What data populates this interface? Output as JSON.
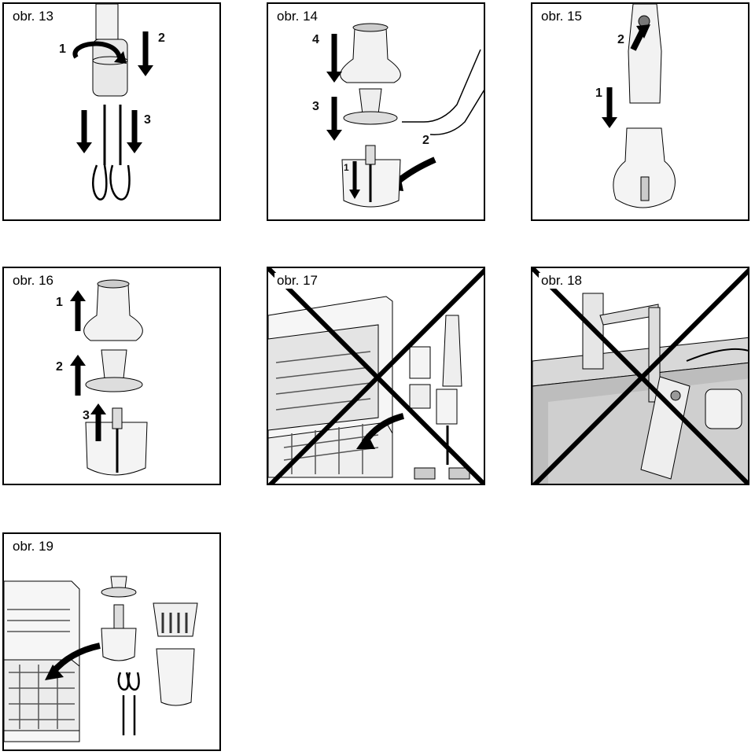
{
  "figures": [
    {
      "id": "p13",
      "label": "obr. 13",
      "steps": [
        "1",
        "2",
        "3"
      ]
    },
    {
      "id": "p14",
      "label": "obr. 14",
      "steps": [
        "4",
        "3",
        "2",
        "1"
      ]
    },
    {
      "id": "p15",
      "label": "obr. 15",
      "steps": [
        "2",
        "1"
      ]
    },
    {
      "id": "p16",
      "label": "obr. 16",
      "steps": [
        "1",
        "2",
        "3"
      ]
    },
    {
      "id": "p17",
      "label": "obr. 17",
      "steps": []
    },
    {
      "id": "p18",
      "label": "obr. 18",
      "steps": []
    },
    {
      "id": "p19",
      "label": "obr. 19",
      "steps": []
    }
  ],
  "colors": {
    "line": "#000000",
    "light_gray": "#e8e8e8",
    "mid_gray": "#bdbdbd",
    "dark": "#333333"
  }
}
